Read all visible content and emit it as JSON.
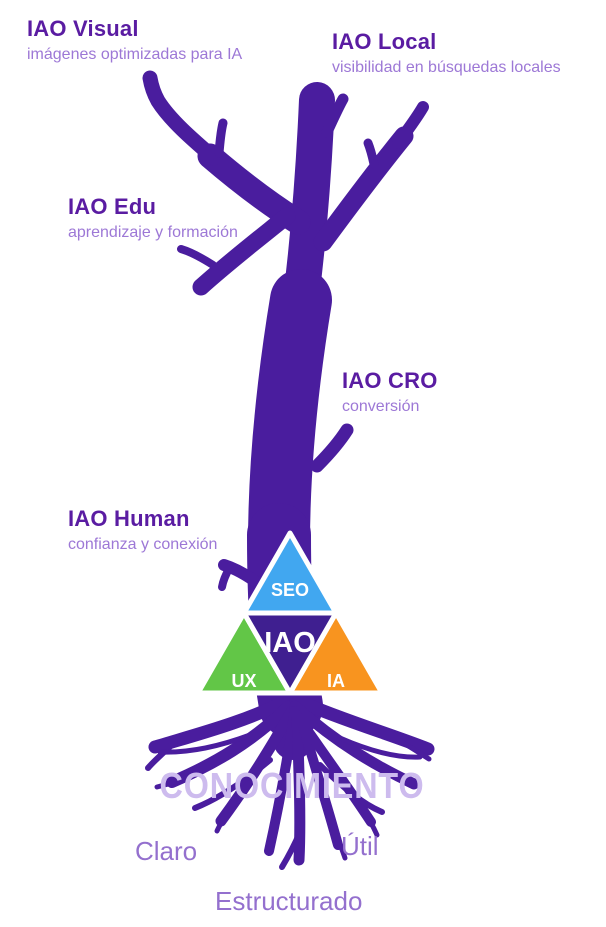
{
  "colors": {
    "tree": "#4a1d9e",
    "heading": "#5a1ca2",
    "subtitle": "#9d78d6",
    "ground_word": "#9470ce",
    "root_word_fill": "#cdbbee",
    "root_word_outline": "#4a1d9e"
  },
  "branches": [
    {
      "title": "IAO Visual",
      "subtitle": "imágenes optimizadas para IA"
    },
    {
      "title": "IAO Local",
      "subtitle": "visibilidad en búsquedas locales"
    },
    {
      "title": "IAO Edu",
      "subtitle": "aprendizaje y formación"
    },
    {
      "title": "IAO CRO",
      "subtitle": "conversión"
    },
    {
      "title": "IAO Human",
      "subtitle": "confianza y conexión"
    }
  ],
  "triangle": {
    "border_color": "#ffffff",
    "center": {
      "label": "IAO",
      "color": "#3f1f90"
    },
    "segments": [
      {
        "label": "SEO",
        "color": "#41a7f0"
      },
      {
        "label": "UX",
        "color": "#62c647"
      },
      {
        "label": "IA",
        "color": "#f8941f"
      }
    ]
  },
  "roots": {
    "word": "CONOCIMIENTO",
    "qualities": [
      "Claro",
      "Útil",
      "Estructurado"
    ]
  }
}
